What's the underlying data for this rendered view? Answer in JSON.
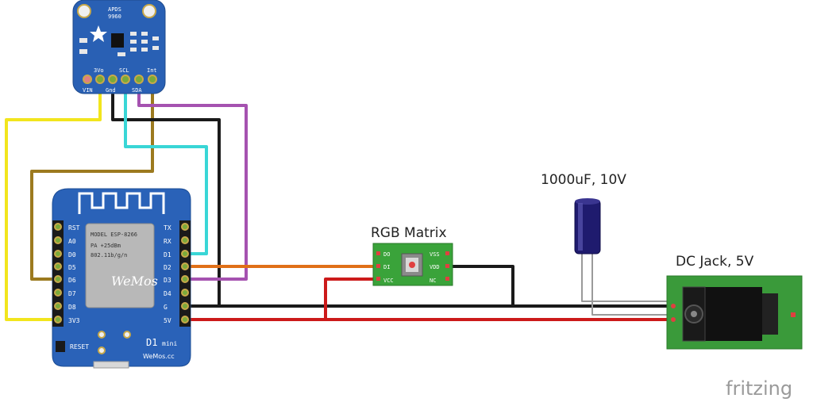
{
  "labels": {
    "capacitor": "1000uF, 10V",
    "rgb": "RGB Matrix",
    "dcjack": "DC Jack, 5V",
    "watermark": "fritzing"
  },
  "apds": {
    "name": "APDS",
    "model": "9960",
    "pins": [
      "VIN",
      "3Vo",
      "Gnd",
      "SCL",
      "SDA",
      "Int"
    ]
  },
  "d1mini": {
    "left_pins": [
      "RST",
      "A0",
      "D0",
      "D5",
      "D6",
      "D7",
      "D8",
      "3V3"
    ],
    "right_pins": [
      "TX",
      "RX",
      "D1",
      "D2",
      "D3",
      "D4",
      "G",
      "5V"
    ],
    "module_model": "MODEL ESP-8266",
    "module_lines": [
      "PA +25dBm",
      "802.11b/g/n"
    ],
    "module_brand": "WeMos",
    "reset": "RESET",
    "title": "D1",
    "subtitle": "mini",
    "site": "WeMos.cc"
  },
  "rgb_matrix": {
    "pins_left": [
      "DO",
      "DI",
      "VCC"
    ],
    "pins_right": [
      "VSS",
      "VDD",
      "NC"
    ]
  },
  "wire_colors": {
    "yellow": "#f2e51d",
    "black": "#1a1a1a",
    "cyan": "#39d6d6",
    "purple": "#a552b0",
    "brown": "#9c7a1f",
    "orange": "#e07018",
    "red": "#cc1a1a",
    "gray": "#9a9a9a"
  }
}
